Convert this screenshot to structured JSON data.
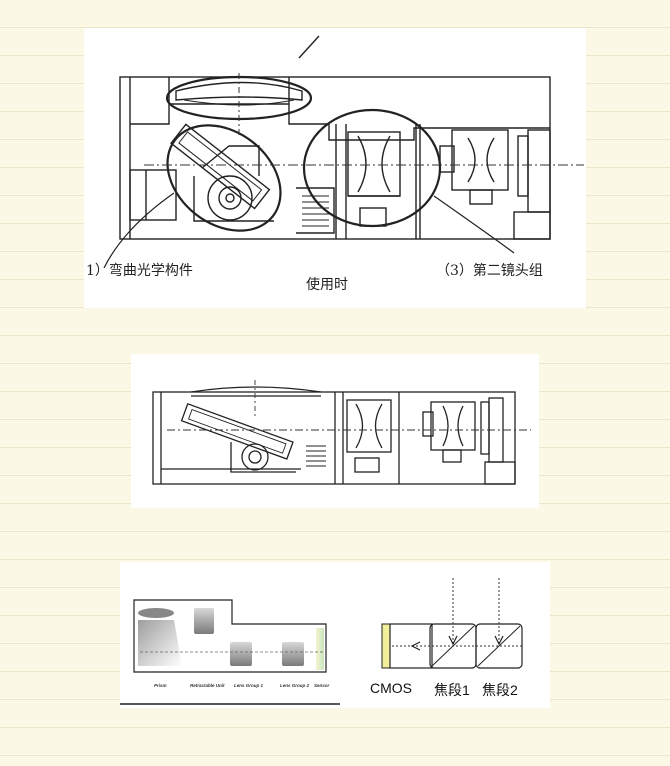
{
  "figure1": {
    "label_bend": "1）弯曲光学构件",
    "label_in_use": "使用时",
    "label_second_lens": "（3）第二镜头组"
  },
  "figure3": {
    "left_labels": [
      "Prism",
      "Retractable Unit",
      "Lens Group 1",
      "Lens Group 2",
      "Sensor"
    ],
    "right_labels": [
      "CMOS",
      "焦段1",
      "焦段2"
    ]
  }
}
